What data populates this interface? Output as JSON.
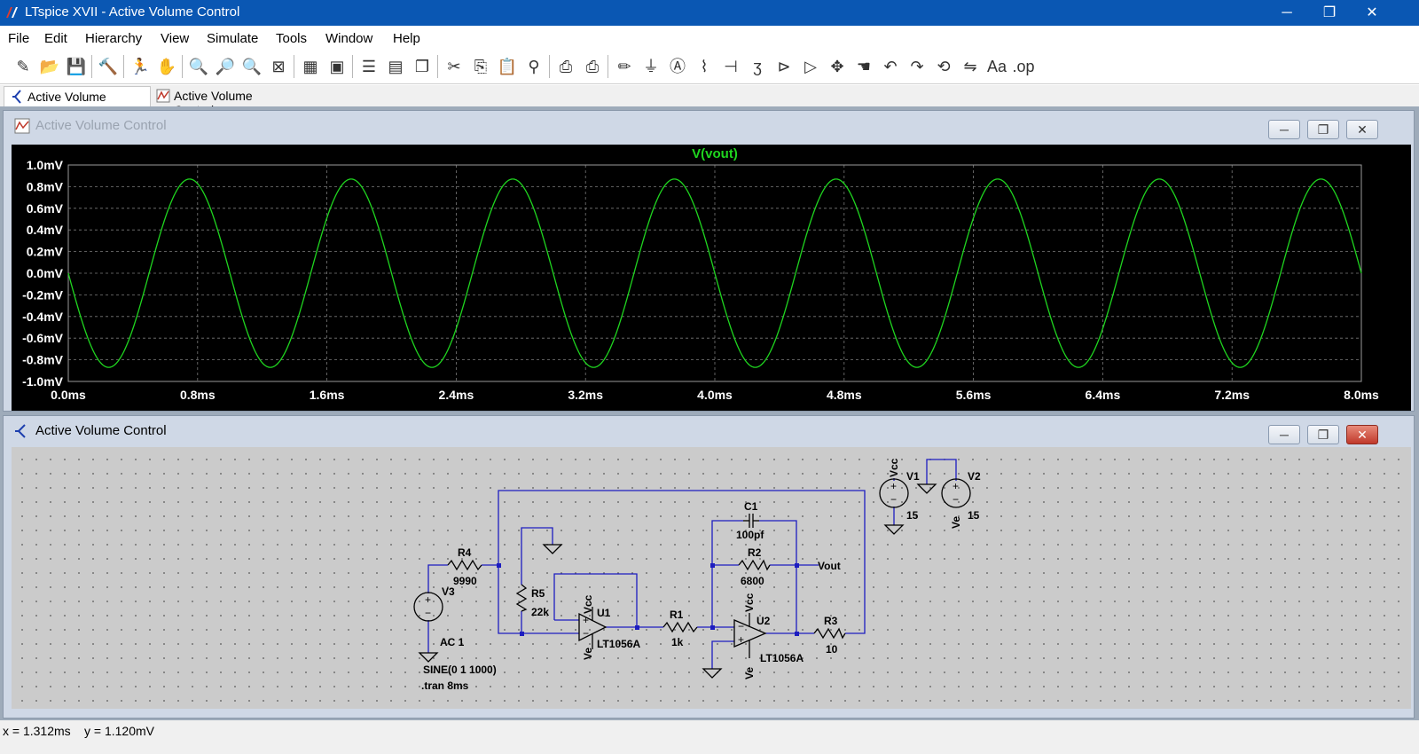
{
  "app": {
    "title": "LTspice XVII - Active Volume Control",
    "window_buttons": {
      "minimize": "─",
      "maximize": "❐",
      "close": "✕"
    }
  },
  "menu": [
    {
      "label": "File"
    },
    {
      "label": "Edit"
    },
    {
      "label": "Hierarchy"
    },
    {
      "label": "View"
    },
    {
      "label": "Simulate"
    },
    {
      "label": "Tools"
    },
    {
      "label": "Window"
    },
    {
      "label": "Help"
    }
  ],
  "toolbar": {
    "icons": [
      "new-schematic-icon",
      "open-icon",
      "save-icon",
      "control-panel-icon",
      "run-icon",
      "halt-icon",
      "zoom-in-icon",
      "zoom-area-icon",
      "zoom-out-icon",
      "zoom-fit-icon",
      "autorange-icon",
      "plot-settings-icon",
      "tile-horizontal-icon",
      "tile-vertical-icon",
      "cascade-icon",
      "cut-icon",
      "copy-icon",
      "paste-icon",
      "find-icon",
      "print-icon",
      "print-preview-icon",
      "wire-icon",
      "ground-icon",
      "label-net-icon",
      "resistor-icon",
      "capacitor-icon",
      "inductor-icon",
      "diode-icon",
      "component-icon",
      "move-icon",
      "drag-icon",
      "undo-icon",
      "redo-icon",
      "rotate-icon",
      "mirror-icon",
      "text-icon",
      "spice-directive-icon"
    ],
    "text_icon": "Aa",
    "directive_icon": ".op"
  },
  "tabs": [
    {
      "label": "Active Volume Control",
      "kind": "schematic",
      "active": true
    },
    {
      "label": "Active Volume Control",
      "kind": "waveform",
      "active": false
    }
  ],
  "waveform_window": {
    "title": "Active Volume Control",
    "trace_label": "V(vout)",
    "trace_color": "#1fd51f",
    "x_tick_labels": [
      "0.0ms",
      "0.8ms",
      "1.6ms",
      "2.4ms",
      "3.2ms",
      "4.0ms",
      "4.8ms",
      "5.6ms",
      "6.4ms",
      "7.2ms",
      "8.0ms"
    ],
    "y_tick_labels": [
      "1.0mV",
      "0.8mV",
      "0.6mV",
      "0.4mV",
      "0.2mV",
      "0.0mV",
      "-0.2mV",
      "-0.4mV",
      "-0.6mV",
      "-0.8mV",
      "-1.0mV"
    ]
  },
  "chart_data": {
    "type": "line",
    "title": "V(vout)",
    "xlabel": "",
    "ylabel": "",
    "xlim": [
      0,
      8.0
    ],
    "ylim": [
      -1.0,
      1.0
    ],
    "x_unit": "ms",
    "y_unit": "mV",
    "grid": true,
    "series": [
      {
        "name": "V(vout)",
        "color": "#1fd51f",
        "waveform": "sine",
        "amplitude": 0.87,
        "frequency_khz": 1.0,
        "phase": "inverted",
        "x": [
          0,
          0.25,
          0.5,
          0.75,
          1.0,
          1.25,
          1.5,
          1.75,
          2.0,
          2.25,
          2.5,
          2.75,
          3.0,
          3.25,
          3.5,
          3.75,
          4.0,
          4.25,
          4.5,
          4.75,
          5.0,
          5.25,
          5.5,
          5.75,
          6.0,
          6.25,
          6.5,
          6.75,
          7.0,
          7.25,
          7.5,
          7.75,
          8.0
        ],
        "y": [
          0,
          -0.87,
          0,
          0.87,
          0,
          -0.87,
          0,
          0.87,
          0,
          -0.87,
          0,
          0.87,
          0,
          -0.87,
          0,
          0.87,
          0,
          -0.87,
          0,
          0.87,
          0,
          -0.87,
          0,
          0.87,
          0,
          -0.87,
          0,
          0.87,
          0,
          -0.87,
          0,
          0.87,
          0
        ]
      }
    ]
  },
  "schematic_window": {
    "title": "Active Volume Control",
    "labels": {
      "r4_name": "R4",
      "r4_value": "9990",
      "r5_name": "R5",
      "r5_value": "22k",
      "v3_name": "V3",
      "v3_ac": "AC 1",
      "v3_sine": "SINE(0 1 1000)",
      "tran": ".tran 8ms",
      "u1_name": "U1",
      "u1_model": "LT1056A",
      "u2_name": "U2",
      "u2_model": "LT1056A",
      "r1_name": "R1",
      "r1_value": "1k",
      "c1_name": "C1",
      "c1_value": "100pf",
      "r2_name": "R2",
      "r2_value": "6800",
      "r3_name": "R3",
      "r3_value": "10",
      "vout": "Vout",
      "vcc": "Vcc",
      "ve": "Ve",
      "v1_name": "V1",
      "v1_value": "15",
      "v2_name": "V2",
      "v2_value": "15",
      "plus": "+",
      "minus": "−"
    },
    "wire_color": "#1d1dc0",
    "component_color": "#000000"
  },
  "status": {
    "x_readout": "x = 1.312ms",
    "y_readout": "y = 1.120mV"
  }
}
